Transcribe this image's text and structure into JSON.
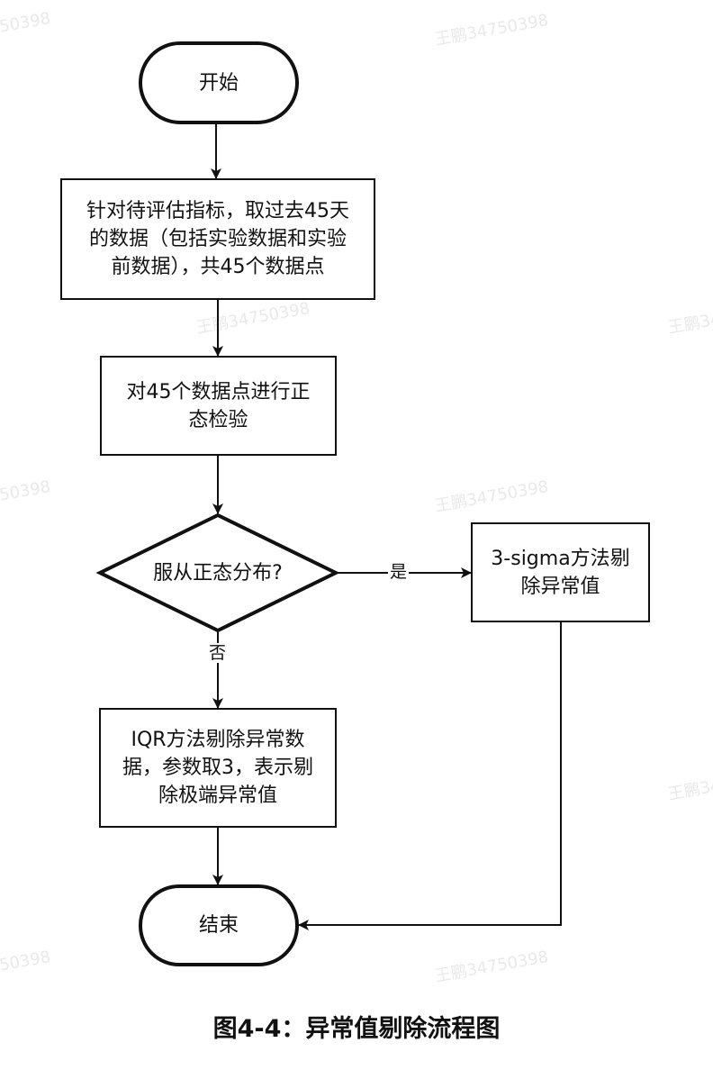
{
  "diagram": {
    "nodes": {
      "start": {
        "shape": "terminal",
        "text": "开始"
      },
      "collect": {
        "shape": "process",
        "lines": [
          "针对待评估指标，取过去45天",
          "的数据（包括实验数据和实验",
          "前数据），共45个数据点"
        ]
      },
      "normality_test": {
        "shape": "process",
        "lines": [
          "对45个数据点进行正",
          "态检验"
        ]
      },
      "decision": {
        "shape": "decision",
        "text": "服从正态分布?"
      },
      "three_sigma": {
        "shape": "process",
        "lines": [
          "3-sigma方法剔",
          "除异常值"
        ]
      },
      "iqr": {
        "shape": "process",
        "lines": [
          "IQR方法剔除异常数",
          "据，参数取3，表示剔",
          "除极端异常值"
        ]
      },
      "end": {
        "shape": "terminal",
        "text": "结束"
      }
    },
    "edges": [
      {
        "from": "start",
        "to": "collect",
        "label": ""
      },
      {
        "from": "collect",
        "to": "normality_test",
        "label": ""
      },
      {
        "from": "normality_test",
        "to": "decision",
        "label": ""
      },
      {
        "from": "decision",
        "to": "three_sigma",
        "label": "是"
      },
      {
        "from": "decision",
        "to": "iqr",
        "label": "否"
      },
      {
        "from": "iqr",
        "to": "end",
        "label": ""
      },
      {
        "from": "three_sigma",
        "to": "end",
        "label": ""
      }
    ],
    "edge_labels": {
      "yes": "是",
      "no": "否"
    },
    "caption": "图4-4：异常值剔除流程图",
    "watermark": "王鹏34750398"
  },
  "colors": {
    "stroke": "#111111",
    "background": "#ffffff",
    "watermark": "#e9e9e9"
  }
}
